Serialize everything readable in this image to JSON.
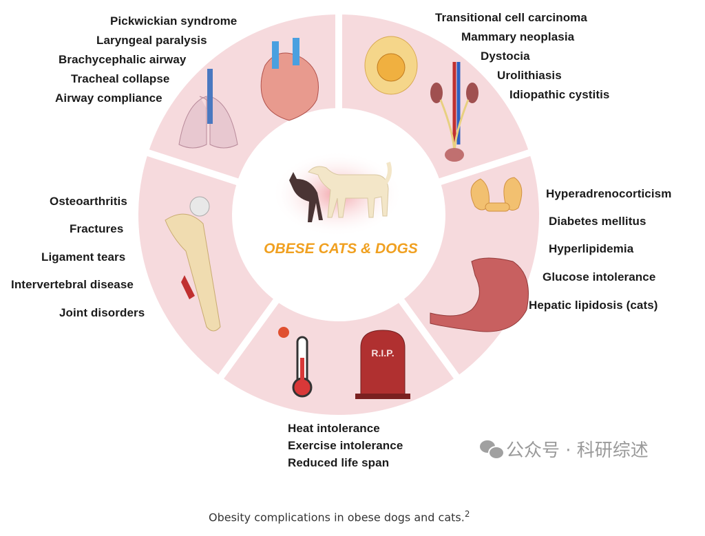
{
  "center": {
    "title": "OBESE CATS & DOGS"
  },
  "segments": {
    "respiratory_cardio": [
      "Pickwickian syndrome",
      "Laryngeal paralysis",
      "Brachycephalic airway",
      "Tracheal collapse",
      "Airway compliance"
    ],
    "urogenital": [
      "Transitional cell carcinoma",
      "Mammary neoplasia",
      "Dystocia",
      "Urolithiasis",
      "Idiopathic cystitis"
    ],
    "endocrine": [
      "Hyperadrenocorticism",
      "Diabetes mellitus",
      "Hyperlipidemia",
      "Glucose intolerance",
      "Hepatic lipidosis (cats)"
    ],
    "general": [
      "Heat intolerance",
      "Exercise intolerance",
      "Reduced life span"
    ],
    "orthopedic": [
      "Osteoarthritis",
      "Fractures",
      "Ligament tears",
      "Intervertebral disease",
      "Joint disorders"
    ]
  },
  "tombstone_text": "R.I.P.",
  "watermark": "公众号 · 科研综述",
  "caption": {
    "text": "Obesity complications in obese dogs and cats.",
    "ref": "2"
  },
  "colors": {
    "segment": "#f6dadd",
    "accent": "#f0a020"
  }
}
